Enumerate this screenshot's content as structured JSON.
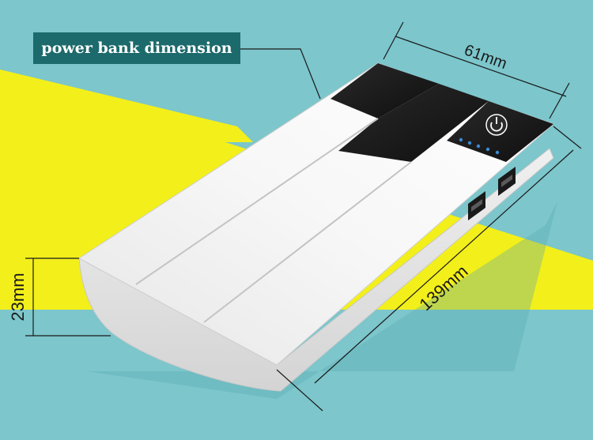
{
  "title": "power bank dimension",
  "dimensions": {
    "width": "61mm",
    "length": "139mm",
    "height": "23mm"
  },
  "colors": {
    "background": "#7cc6cc",
    "yellow_stripe": "#f3ef1a",
    "title_box": "#1c6a6c",
    "device_body": "#f2f2f2",
    "device_top_dark": "#1b1b1b",
    "dimension_lines": "#1a1a1a",
    "led_blue": "#3a8ad6"
  },
  "icons": [
    "power-icon"
  ]
}
